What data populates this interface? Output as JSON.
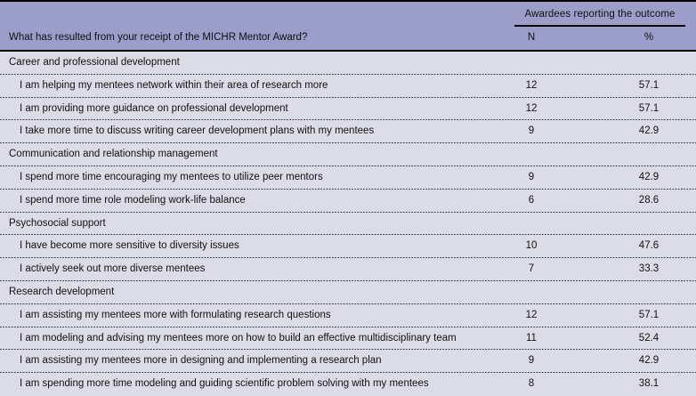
{
  "table": {
    "spanner_label": "Awardees reporting the outcome",
    "question_label": "What has resulted from your receipt of the MICHR Mentor Award?",
    "columns": {
      "n": "N",
      "pct": "%"
    },
    "colors": {
      "header_background": "#9a9ec8",
      "body_background": "#dcdce8",
      "rule": "#000000",
      "text": "#111111"
    },
    "rows": [
      {
        "type": "section",
        "label": "Career and professional development",
        "n": "",
        "pct": ""
      },
      {
        "type": "item",
        "label": "I am helping my mentees network within their area of research more",
        "n": "12",
        "pct": "57.1"
      },
      {
        "type": "item",
        "label": "I am providing more guidance on professional development",
        "n": "12",
        "pct": "57.1"
      },
      {
        "type": "item",
        "label": "I take more time to discuss writing career development plans with my mentees",
        "n": "9",
        "pct": "42.9"
      },
      {
        "type": "section",
        "label": "Communication and relationship management",
        "n": "",
        "pct": ""
      },
      {
        "type": "item",
        "label": "I spend more time encouraging my mentees to utilize peer mentors",
        "n": "9",
        "pct": "42.9"
      },
      {
        "type": "item",
        "label": "I spend more time role modeling work-life balance",
        "n": "6",
        "pct": "28.6"
      },
      {
        "type": "section",
        "label": "Psychosocial support",
        "n": "",
        "pct": ""
      },
      {
        "type": "item",
        "label": "I have become more sensitive to diversity issues",
        "n": "10",
        "pct": "47.6"
      },
      {
        "type": "item",
        "label": "I actively seek out more diverse mentees",
        "n": "7",
        "pct": "33.3"
      },
      {
        "type": "section",
        "label": "Research development",
        "n": "",
        "pct": ""
      },
      {
        "type": "item",
        "label": "I am assisting my mentees more with formulating research questions",
        "n": "12",
        "pct": "57.1"
      },
      {
        "type": "item",
        "label": "I am modeling and advising my mentees more on how to build an effective multidisciplinary team",
        "n": "11",
        "pct": "52.4"
      },
      {
        "type": "item",
        "label": "I am assisting my mentees more in designing and implementing a research plan",
        "n": "9",
        "pct": "42.9"
      },
      {
        "type": "item",
        "label": "I am spending more time modeling and guiding scientific problem solving with my mentees",
        "n": "8",
        "pct": "38.1"
      }
    ]
  }
}
